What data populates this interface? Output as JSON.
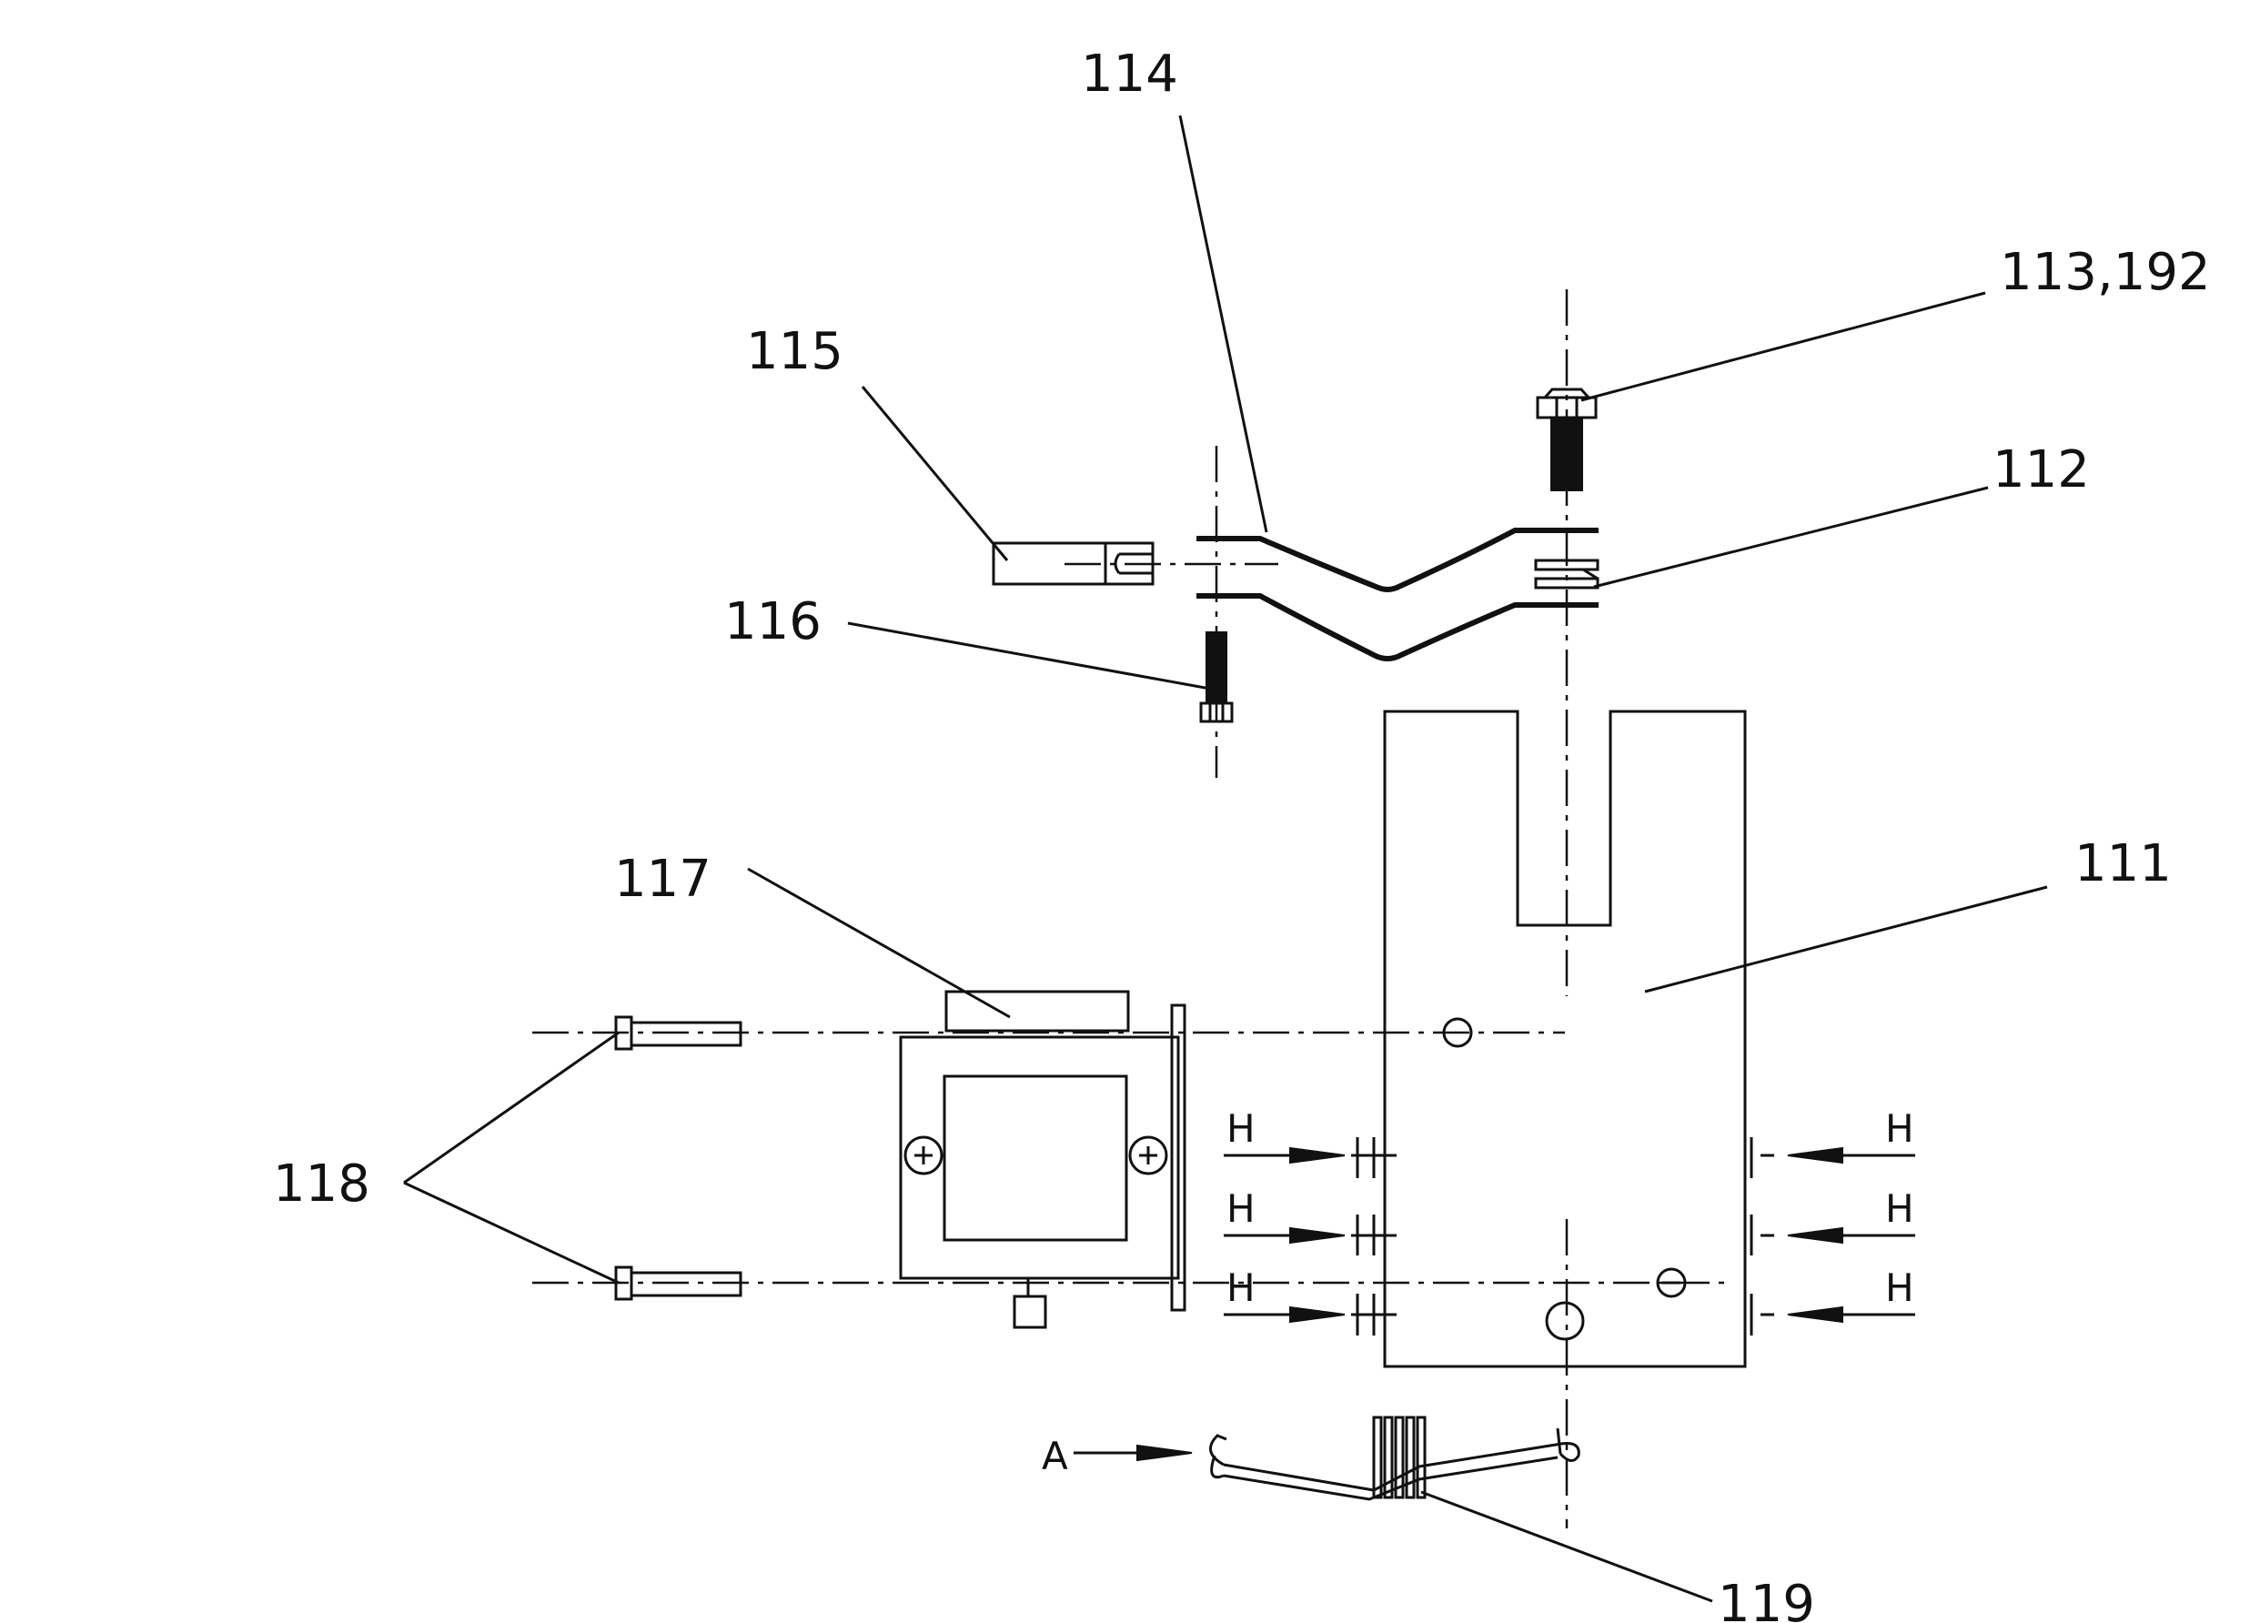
{
  "callouts": {
    "c111": "111",
    "c112": "112",
    "c113": "113,192",
    "c114": "114",
    "c115": "115",
    "c116": "116",
    "c117": "117",
    "c118": "118",
    "c119": "119"
  },
  "markers": {
    "h": "H",
    "a": "A"
  }
}
